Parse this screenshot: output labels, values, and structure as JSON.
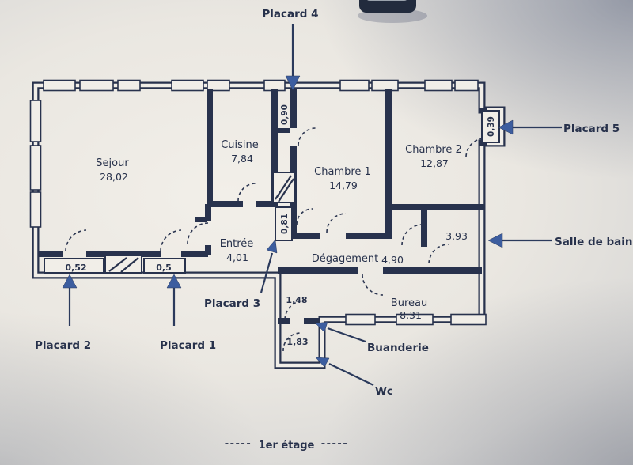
{
  "plan": {
    "rooms": {
      "sejour": {
        "name": "Sejour",
        "area": "28,02"
      },
      "cuisine": {
        "name": "Cuisine",
        "area": "7,84"
      },
      "chambre1": {
        "name": "Chambre 1",
        "area": "14,79"
      },
      "chambre2": {
        "name": "Chambre 2",
        "area": "12,87"
      },
      "entree": {
        "name": "Entrée",
        "area": "4,01"
      },
      "degagement": {
        "name": "Dégagement",
        "area": "4,90"
      },
      "bureau": {
        "name": "Bureau",
        "area": "8,31"
      },
      "salle_de_bain_area": "3,93",
      "buanderie_area": "1,48",
      "wc_area": "1,83"
    },
    "dimensions": {
      "placard1": "0,5",
      "placard2": "0,52",
      "placard3": "0,81",
      "placard4": "0,90",
      "placard5": "0,39"
    },
    "callouts": {
      "placard1": "Placard 1",
      "placard2": "Placard 2",
      "placard3": "Placard 3",
      "placard4": "Placard 4",
      "placard5": "Placard 5",
      "salle_de_bain": "Salle de bain",
      "buanderie": "Buanderie",
      "wc": "Wc"
    },
    "caption": {
      "left_dashes": "-----",
      "label": "1er étage",
      "right_dashes": "-----"
    }
  },
  "colors": {
    "ink": "#28324d",
    "arrow_fill": "#3c5d9f",
    "paper": "#f1eee8"
  }
}
